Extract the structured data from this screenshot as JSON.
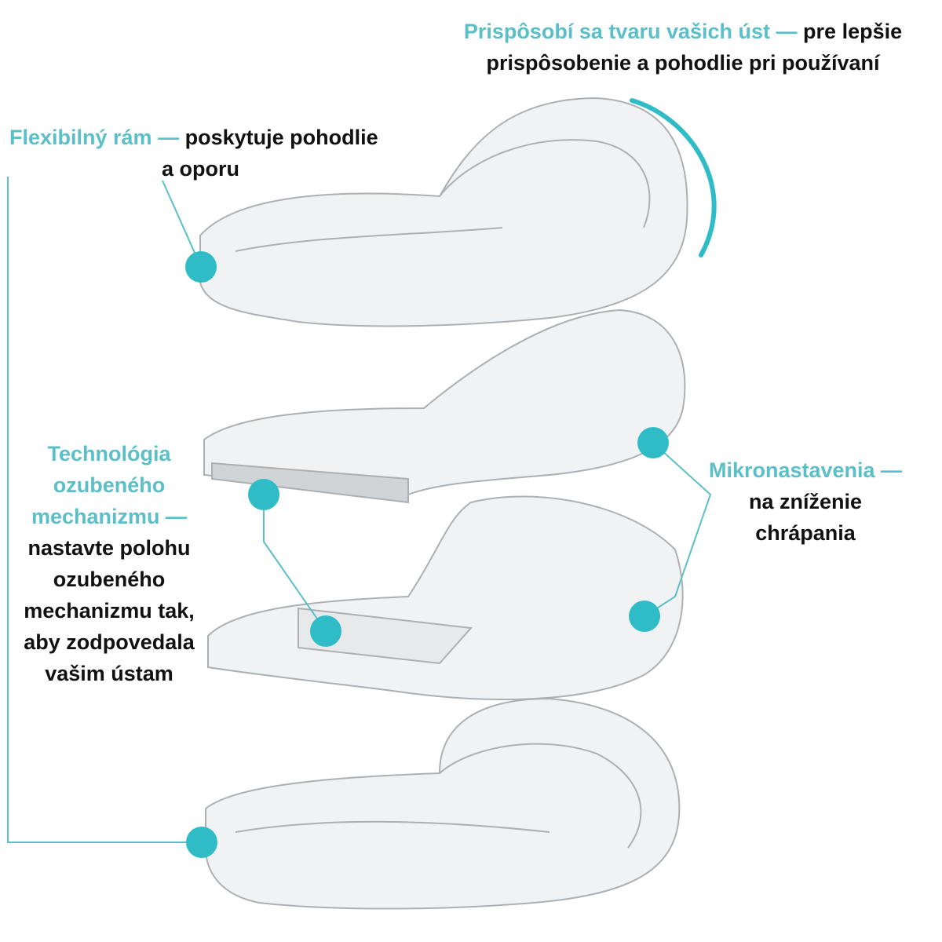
{
  "colors": {
    "accent": "#5bbfc8",
    "dot": "#2fbcc6"
  },
  "callouts": {
    "fit": {
      "title": "Prispôsobí sa tvaru vašich úst —",
      "line1": "pre lepšie",
      "line2": "prispôsobenie a pohodlie pri používaní"
    },
    "frame": {
      "title": "Flexibilný rám —",
      "line1": "poskytuje pohodlie",
      "line2": "a oporu"
    },
    "gear": {
      "title1": "Technológia",
      "title2": "ozubeného",
      "title3": "mechanizmu —",
      "l1": "nastavte polohu",
      "l2": "ozubeného",
      "l3": "mechanizmu tak,",
      "l4": "aby zodpovedala",
      "l5": "vašim ústam"
    },
    "micro": {
      "title": "Mikronastavenia —",
      "l1": "na zníženie",
      "l2": "chrápania"
    }
  }
}
